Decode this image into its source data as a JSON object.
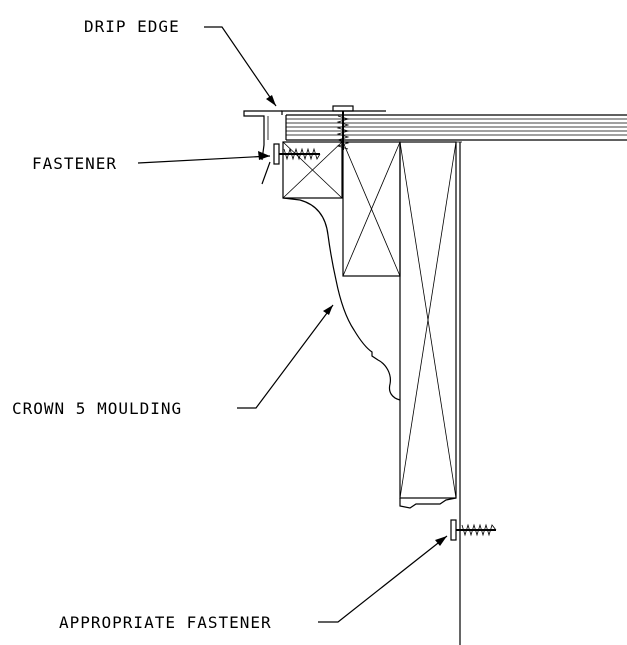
{
  "labels": {
    "drip_edge": "DRIP EDGE",
    "fastener": "FASTENER",
    "crown_moulding": "CROWN 5 MOULDING",
    "appropriate_fastener": "APPROPRIATE FASTENER"
  }
}
